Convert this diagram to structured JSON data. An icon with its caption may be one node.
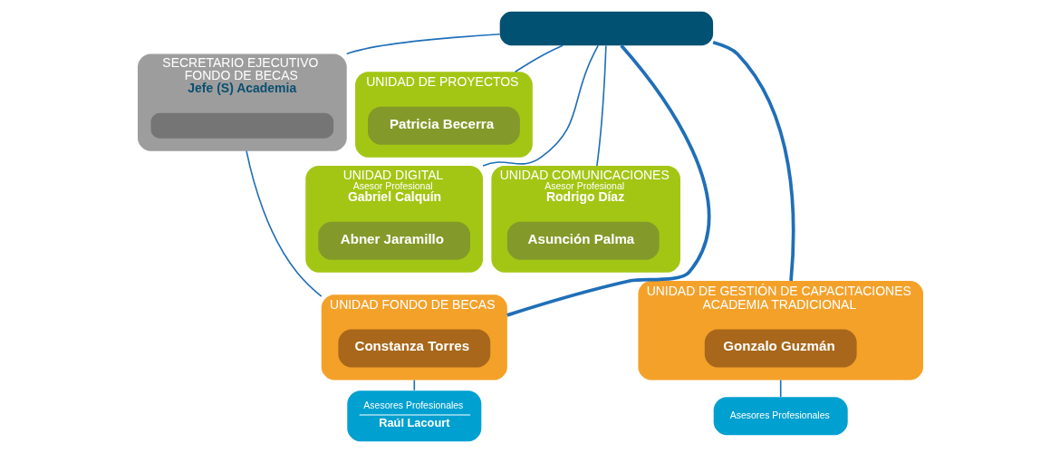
{
  "diagram": {
    "nodes": [
      {
        "text": [],
        "shape": "box"
      },
      {
        "text": [
          "SECRETARIO EJECUTIVO FONDO DE BECAS",
          "Jefe (S) Academia"
        ]
      },
      {
        "text": [],
        "shape": "box",
        "in": 1
      },
      {
        "text": [
          "UNIDAD DE PROYECTOS"
        ]
      },
      {
        "text": [
          "Patricia Becerra"
        ],
        "in": 3
      },
      {
        "text": [
          "UNIDAD DIGITAL",
          "Asesor Profesional",
          "Gabriel Calquín"
        ]
      },
      {
        "text": [
          "Abner Jaramillo"
        ],
        "in": 5
      },
      {
        "text": [
          "UNIDAD COMUNICACIONES",
          "Asesor Profesional",
          "Rodrigo Díaz"
        ]
      },
      {
        "text": [
          "Asunción Palma"
        ],
        "in": 7
      },
      {
        "text": [
          "UNIDAD FONDO DE BECAS"
        ]
      },
      {
        "text": [
          "Constanza Torres"
        ],
        "in": 9
      },
      {
        "text": [
          "UNIDAD DE GESTIÓN DE CAPACITACIONES ACADEMIA TRADICIONAL"
        ]
      },
      {
        "text": [
          "Gonzalo Guzmán"
        ],
        "in": 11
      },
      {
        "text": [
          "Asesores Profesionales",
          "Raúl Lacourt"
        ]
      },
      {
        "text": [
          "Asesores Profesionales"
        ]
      }
    ],
    "edges": [
      {
        "from": 0,
        "to": 1,
        "arrow": "none"
      },
      {
        "from": 0,
        "to": 3,
        "arrow": "none"
      },
      {
        "from": 0,
        "to": 5,
        "arrow": "none"
      },
      {
        "from": 0,
        "to": 7,
        "arrow": "none"
      },
      {
        "from": 0,
        "to": 9,
        "arrow": "none",
        "style": "thick"
      },
      {
        "from": 0,
        "to": 11,
        "arrow": "none",
        "style": "thick"
      },
      {
        "from": 1,
        "to": 9,
        "arrow": "none"
      },
      {
        "from": 9,
        "to": 13,
        "arrow": "none"
      },
      {
        "from": 11,
        "to": 14,
        "arrow": "none"
      }
    ]
  }
}
